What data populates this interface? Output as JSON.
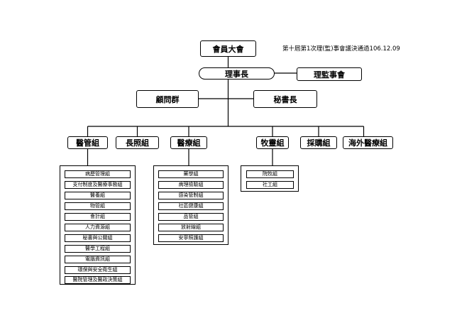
{
  "note": "第十屆第1次理(監)事會議決通過106.12.09",
  "top": {
    "assembly": "會員大會",
    "chairman": "理事長",
    "supervisor_chair": "理監事會",
    "advisors": "顧問群",
    "secretary_general": "秘書長"
  },
  "departments": [
    {
      "label": "醫管組",
      "items": [
        "病歷管理組",
        "支付制度及醫療事務組",
        "醫養組",
        "物管組",
        "會計組",
        "人力資源組",
        "秘書與公關組",
        "醫學工程組",
        "電腦資訊組",
        "環保與安全衛生組",
        "醫院管理及醫政決策組"
      ]
    },
    {
      "label": "長照組",
      "items": []
    },
    {
      "label": "醫療組",
      "items": [
        "藥學組",
        "病理檢驗組",
        "感染管制組",
        "社區健康組",
        "品管組",
        "放射線組",
        "安寧照護組"
      ]
    },
    {
      "label": "牧靈組",
      "items": [
        "院牧組",
        "社工組"
      ]
    },
    {
      "label": "採購組",
      "items": []
    },
    {
      "label": "海外醫療組",
      "items": []
    }
  ]
}
